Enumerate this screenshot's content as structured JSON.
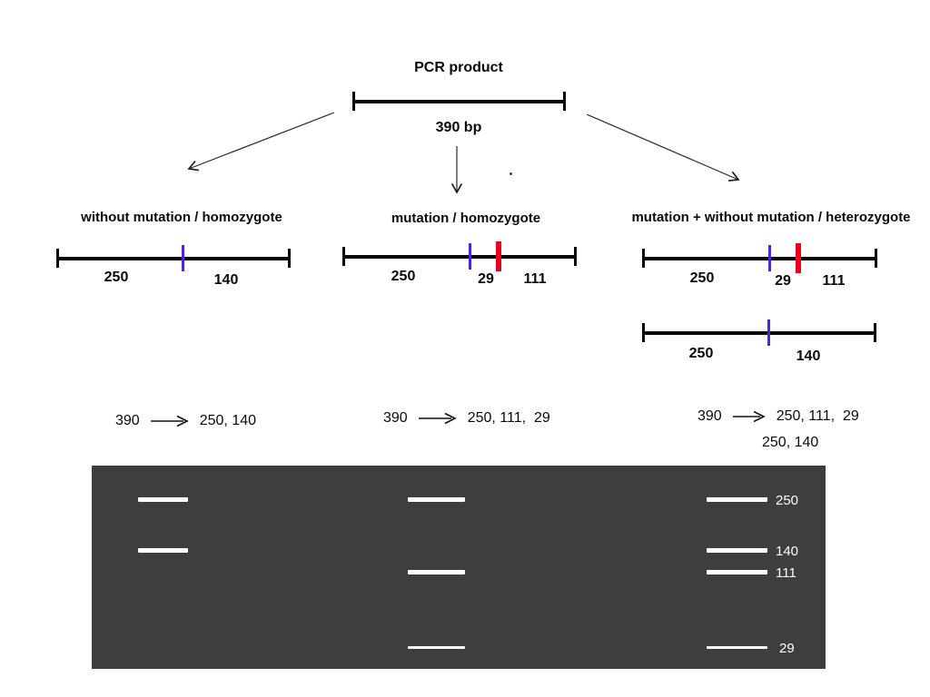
{
  "diagram": {
    "pcr": {
      "title": "PCR product",
      "size": "390 bp"
    },
    "scenarios": [
      {
        "title": "without mutation / homozygote",
        "maps": [
          {
            "labels": [
              "250",
              "140"
            ]
          }
        ],
        "conversion": {
          "from": "390",
          "to": "250, 140"
        }
      },
      {
        "title": "mutation / homozygote",
        "maps": [
          {
            "labels": [
              "250",
              "29",
              "111"
            ]
          }
        ],
        "conversion": {
          "from": "390",
          "to": "250, 111,  29"
        }
      },
      {
        "title": "mutation + without mutation / heterozygote",
        "maps": [
          {
            "labels": [
              "250",
              "29",
              "111"
            ]
          },
          {
            "labels": [
              "250",
              "140"
            ]
          }
        ],
        "conversion": {
          "from": "390",
          "to": "250, 111,  29",
          "to2": "250, 140"
        }
      }
    ],
    "gel": {
      "lanes": [
        {
          "bands": [
            "250",
            "140"
          ]
        },
        {
          "bands": [
            "250",
            "111",
            "29"
          ]
        },
        {
          "bands": [
            "250",
            "140",
            "111",
            "29"
          ]
        }
      ],
      "band_labels": [
        "250",
        "140",
        "111",
        "29"
      ]
    },
    "colors": {
      "cut_site_normal": "#4f24d8",
      "cut_site_mutation": "#e8001c",
      "gel_background": "#3f3d3d",
      "gel_band": "#ffffff"
    }
  }
}
